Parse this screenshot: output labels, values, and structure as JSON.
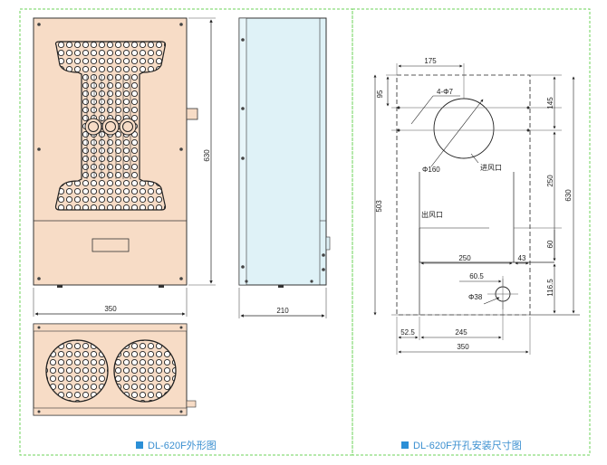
{
  "left_panel": {
    "caption": "DL-620F外形图",
    "dims": {
      "height": "630",
      "width": "350",
      "depth": "210"
    }
  },
  "right_panel": {
    "caption": "DL-620F开孔安装尺寸图",
    "dims": {
      "top_offset": "175",
      "hole_offset": "95",
      "bolt_holes": "4-Φ7",
      "right_145": "145",
      "inlet_dia": "Φ160",
      "inlet_label": "进风口",
      "right_250": "250",
      "left_503": "503",
      "right_630": "630",
      "outlet_label": "出风口",
      "right_60": "60",
      "mid_250": "250",
      "mid_43": "43",
      "right_1165": "116.5",
      "drain_605": "60.5",
      "drain_dia": "Φ38",
      "bottom_525": "52.5",
      "bottom_245": "245",
      "bottom_350": "350"
    }
  },
  "colors": {
    "unit_fill": "#f7dcc6",
    "side_fill": "#dff2f7",
    "frame_dash": "#6ed35a",
    "caption": "#3a8fd0",
    "caption_square": "#2b8fd6"
  }
}
